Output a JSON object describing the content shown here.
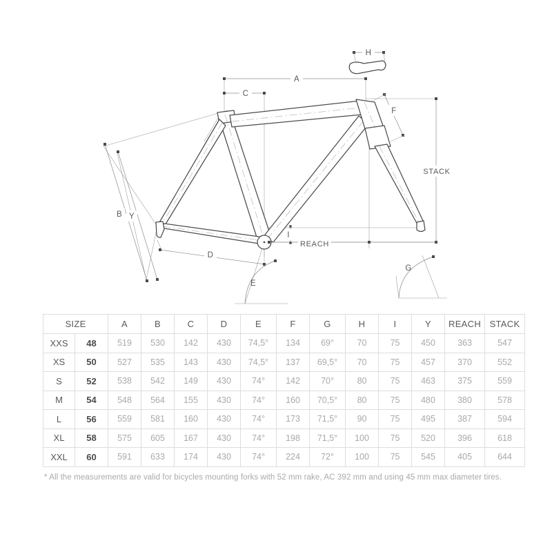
{
  "diagram": {
    "title": "bicycle-frame-geometry-diagram",
    "labels": {
      "a": "A",
      "b": "B",
      "c": "C",
      "d": "D",
      "e": "E",
      "f": "F",
      "g": "G",
      "h": "H",
      "i": "I",
      "y": "Y",
      "stack": "STACK",
      "reach": "REACH"
    },
    "colors": {
      "tube_outline": "#4a4b4d",
      "dimension_line": "#8a8b8d",
      "centerline": "#b9babc",
      "label_text": "#58595b",
      "background": "#ffffff"
    }
  },
  "table": {
    "headers": [
      "SIZE",
      "A",
      "B",
      "C",
      "D",
      "E",
      "F",
      "G",
      "H",
      "I",
      "Y",
      "REACH",
      "STACK"
    ],
    "rows": [
      {
        "name": "XXS",
        "size": "48",
        "values": [
          "519",
          "530",
          "142",
          "430",
          "74,5°",
          "134",
          "69°",
          "70",
          "75",
          "450",
          "363",
          "547"
        ]
      },
      {
        "name": "XS",
        "size": "50",
        "values": [
          "527",
          "535",
          "143",
          "430",
          "74,5°",
          "137",
          "69,5°",
          "70",
          "75",
          "457",
          "370",
          "552"
        ]
      },
      {
        "name": "S",
        "size": "52",
        "values": [
          "538",
          "542",
          "149",
          "430",
          "74°",
          "142",
          "70°",
          "80",
          "75",
          "463",
          "375",
          "559"
        ]
      },
      {
        "name": "M",
        "size": "54",
        "values": [
          "548",
          "564",
          "155",
          "430",
          "74°",
          "160",
          "70,5°",
          "80",
          "75",
          "480",
          "380",
          "578"
        ]
      },
      {
        "name": "L",
        "size": "56",
        "values": [
          "559",
          "581",
          "160",
          "430",
          "74°",
          "173",
          "71,5°",
          "90",
          "75",
          "495",
          "387",
          "594"
        ]
      },
      {
        "name": "XL",
        "size": "58",
        "values": [
          "575",
          "605",
          "167",
          "430",
          "74°",
          "198",
          "71,5°",
          "100",
          "75",
          "520",
          "396",
          "618"
        ]
      },
      {
        "name": "XXL",
        "size": "60",
        "values": [
          "591",
          "633",
          "174",
          "430",
          "74°",
          "224",
          "72°",
          "100",
          "75",
          "545",
          "405",
          "644"
        ]
      }
    ]
  },
  "footnote": {
    "text": "* All the measurements are valid for bicycles mounting forks with 52 mm rake,  AC 392 mm and using 45 mm max diameter tires."
  }
}
